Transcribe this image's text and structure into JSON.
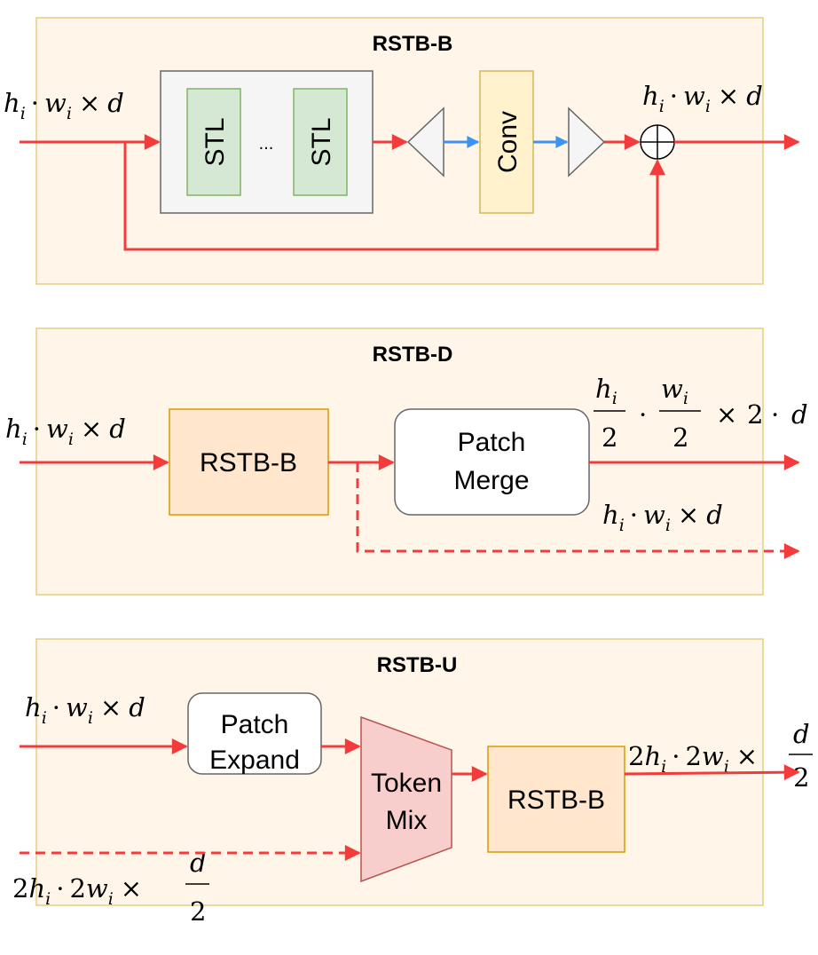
{
  "panels": {
    "b": {
      "title": "RSTB-B",
      "stl1": "STL",
      "dots": "...",
      "stl2": "STL",
      "conv": "Conv"
    },
    "d": {
      "title": "RSTB-D",
      "block": "RSTB-B",
      "merge_line1": "Patch",
      "merge_line2": "Merge"
    },
    "u": {
      "title": "RSTB-U",
      "expand_line1": "Patch",
      "expand_line2": "Expand",
      "mix_line1": "Token",
      "mix_line2": "Mix",
      "block": "RSTB-B"
    }
  },
  "math": {
    "h": "h",
    "w": "w",
    "d": "d",
    "i": "i",
    "dot": "·",
    "times": "×",
    "two": "2",
    "two_h": "2h",
    "two_w": "2w"
  },
  "colors": {
    "panel_fill": "#fff5e9",
    "panel_border": "#e6cd84",
    "arrow_red": "#f43b3b",
    "arrow_blue": "#3c93f1",
    "stl_fill": "#d5e8d4",
    "conv_fill": "#fff2cc",
    "rstb_fill": "#ffe6cc",
    "token_mix_fill": "#f8cecc"
  },
  "icons": [
    "circle-plus-icon",
    "triangle-left-icon",
    "triangle-right-icon"
  ]
}
